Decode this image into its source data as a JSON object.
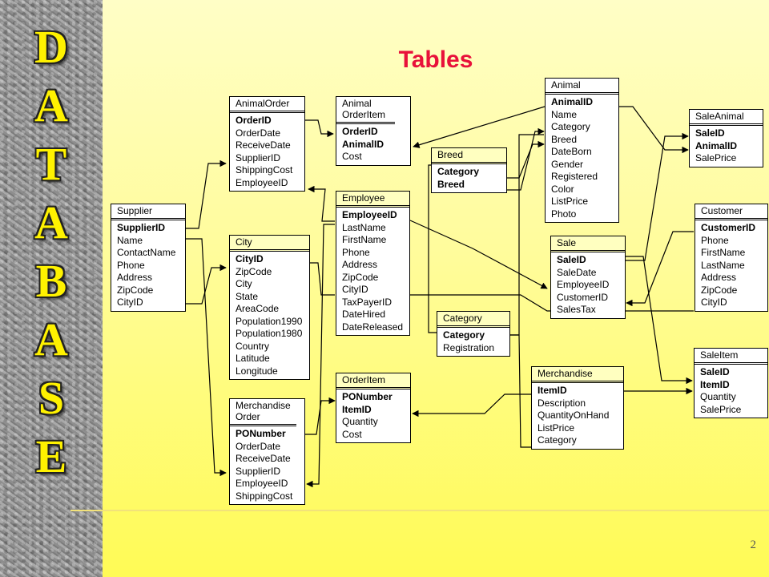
{
  "slide": {
    "title": "Tables",
    "page_number": "2",
    "sidebar_letters": [
      "D",
      "A",
      "T",
      "A",
      "B",
      "A",
      "S",
      "E"
    ]
  },
  "tables": {
    "animalorder": {
      "name": "AnimalOrder",
      "key": [
        "OrderID"
      ],
      "fields": [
        "OrderDate",
        "ReceiveDate",
        "SupplierID",
        "ShippingCost",
        "EmployeeID"
      ]
    },
    "animalorderitem": {
      "name": "Animal OrderItem",
      "key": [
        "OrderID",
        "AnimalID"
      ],
      "fields": [
        "Cost"
      ]
    },
    "animal": {
      "name": "Animal",
      "key": [
        "AnimalID"
      ],
      "fields": [
        "Name",
        "Category",
        "Breed",
        "DateBorn",
        "Gender",
        "Registered",
        "Color",
        "ListPrice",
        "Photo"
      ]
    },
    "saleanimal": {
      "name": "SaleAnimal",
      "key": [
        "SaleID",
        "AnimalID"
      ],
      "fields": [
        "SalePrice"
      ]
    },
    "breed": {
      "name": "Breed",
      "key": [
        "Category",
        "Breed"
      ],
      "fields": []
    },
    "supplier": {
      "name": "Supplier",
      "key": [
        "SupplierID"
      ],
      "fields": [
        "Name",
        "ContactName",
        "Phone",
        "Address",
        "ZipCode",
        "CityID"
      ]
    },
    "employee": {
      "name": "Employee",
      "key": [
        "EmployeeID"
      ],
      "fields": [
        "LastName",
        "FirstName",
        "Phone",
        "Address",
        "ZipCode",
        "CityID",
        "TaxPayerID",
        "DateHired",
        "DateReleased"
      ]
    },
    "city": {
      "name": "City",
      "key": [
        "CityID"
      ],
      "fields": [
        "ZipCode",
        "City",
        "State",
        "AreaCode",
        "Population1990",
        "Population1980",
        "Country",
        "Latitude",
        "Longitude"
      ]
    },
    "sale": {
      "name": "Sale",
      "key": [
        "SaleID"
      ],
      "fields": [
        "SaleDate",
        "EmployeeID",
        "CustomerID",
        "SalesTax"
      ]
    },
    "customer": {
      "name": "Customer",
      "key": [
        "CustomerID"
      ],
      "fields": [
        "Phone",
        "FirstName",
        "LastName",
        "Address",
        "ZipCode",
        "CityID"
      ]
    },
    "category": {
      "name": "Category",
      "key": [
        "Category"
      ],
      "fields": [
        "Registration"
      ]
    },
    "saleitem": {
      "name": "SaleItem",
      "key": [
        "SaleID",
        "ItemID"
      ],
      "fields": [
        "Quantity",
        "SalePrice"
      ]
    },
    "orderitem": {
      "name": "OrderItem",
      "key": [
        "PONumber",
        "ItemID"
      ],
      "fields": [
        "Quantity",
        "Cost"
      ]
    },
    "merchandise": {
      "name": "Merchandise",
      "key": [
        "ItemID"
      ],
      "fields": [
        "Description",
        "QuantityOnHand",
        "ListPrice",
        "Category"
      ]
    },
    "merchandiseorder": {
      "name": "Merchandise Order",
      "key": [
        "PONumber"
      ],
      "fields": [
        "OrderDate",
        "ReceiveDate",
        "SupplierID",
        "EmployeeID",
        "ShippingCost"
      ]
    }
  }
}
